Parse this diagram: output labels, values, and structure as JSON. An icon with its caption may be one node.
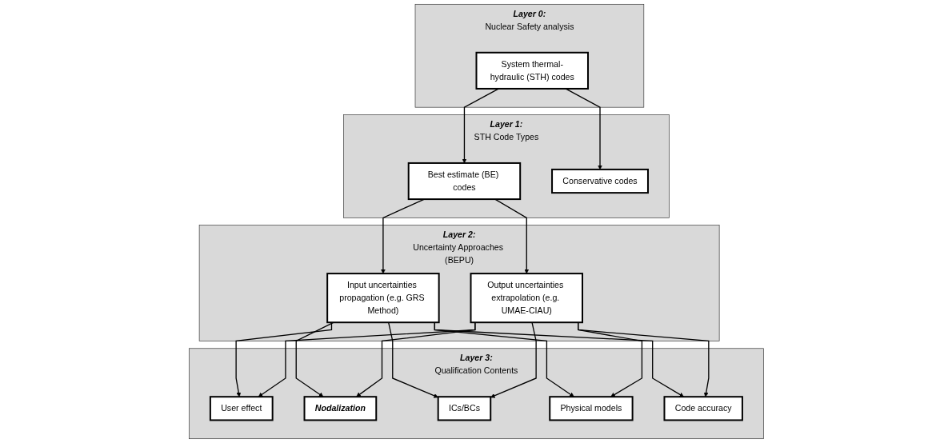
{
  "diagram": {
    "nodes": [
      {
        "text": [
          "Layer 0:",
          "Nuclear Safety analysis"
        ]
      },
      {
        "text": [
          "System thermal-hydraulic (STH) codes"
        ],
        "in": 0
      },
      {
        "text": [
          "Layer 1:",
          "STH Code Types"
        ]
      },
      {
        "text": [
          "Best estimate (BE) codes"
        ],
        "in": 2
      },
      {
        "text": [
          "Conservative codes"
        ],
        "in": 2
      },
      {
        "text": [
          "Layer 2:",
          "Uncertainty Approaches (BEPU)"
        ]
      },
      {
        "text": [
          "Input uncertainties propagation (e.g. GRS Method)"
        ],
        "in": 5
      },
      {
        "text": [
          "Output uncertainties extrapolation (e.g. UMAE-CIAU)"
        ],
        "in": 5
      },
      {
        "text": [
          "Layer 3:",
          "Qualification Contents"
        ]
      },
      {
        "text": [
          "User effect"
        ],
        "in": 8
      },
      {
        "text": [
          "Nodalization"
        ],
        "in": 8
      },
      {
        "text": [
          "ICs/BCs"
        ],
        "in": 8
      },
      {
        "text": [
          "Physical models"
        ],
        "in": 8
      },
      {
        "text": [
          "Code accuracy"
        ],
        "in": 8
      }
    ],
    "edges": [
      {
        "from": 1,
        "to": 3,
        "arrow": "to"
      },
      {
        "from": 1,
        "to": 4,
        "arrow": "to"
      },
      {
        "from": 3,
        "to": 6,
        "arrow": "to"
      },
      {
        "from": 3,
        "to": 7,
        "arrow": "to"
      },
      {
        "from": 6,
        "to": 9,
        "arrow": "to"
      },
      {
        "from": 6,
        "to": 10,
        "arrow": "to"
      },
      {
        "from": 6,
        "to": 11,
        "arrow": "to"
      },
      {
        "from": 6,
        "to": 12,
        "arrow": "to"
      },
      {
        "from": 6,
        "to": 13,
        "arrow": "to"
      },
      {
        "from": 7,
        "to": 9,
        "arrow": "to"
      },
      {
        "from": 7,
        "to": 10,
        "arrow": "to"
      },
      {
        "from": 7,
        "to": 11,
        "arrow": "to"
      },
      {
        "from": 7,
        "to": 12,
        "arrow": "to"
      },
      {
        "from": 7,
        "to": 13,
        "arrow": "to"
      }
    ]
  }
}
